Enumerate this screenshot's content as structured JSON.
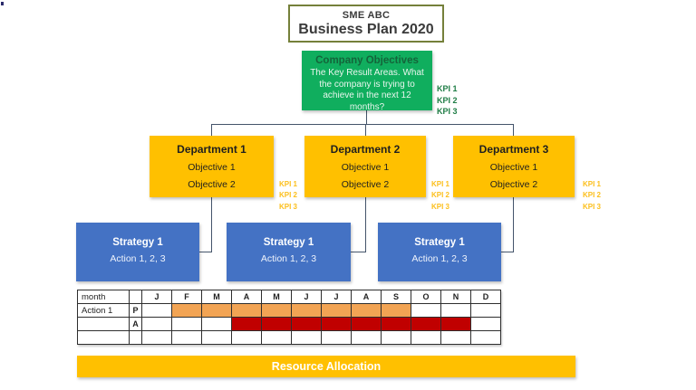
{
  "header": {
    "company": "SME ABC",
    "title": "Business Plan 2020"
  },
  "company_objectives": {
    "title": "Company Objectives",
    "description": "The Key Result Areas. What the company is trying to achieve in the next 12 months?",
    "kpis": [
      "KPI 1",
      "KPI 2",
      "KPI 3"
    ]
  },
  "departments": [
    {
      "title": "Department 1",
      "objectives": [
        "Objective 1",
        "Objective 2"
      ],
      "kpis": [
        "KPI 1",
        "KPI 2",
        "KPI 3"
      ]
    },
    {
      "title": "Department 2",
      "objectives": [
        "Objective 1",
        "Objective 2"
      ],
      "kpis": [
        "KPI 1",
        "KPI 2",
        "KPI 3"
      ]
    },
    {
      "title": "Department 3",
      "objectives": [
        "Objective 1",
        "Objective 2"
      ],
      "kpis": [
        "KPI 1",
        "KPI 2",
        "KPI 3"
      ]
    }
  ],
  "strategies": [
    {
      "title": "Strategy 1",
      "actions": "Action 1, 2, 3"
    },
    {
      "title": "Strategy 1",
      "actions": "Action 1, 2, 3"
    },
    {
      "title": "Strategy 1",
      "actions": "Action 1, 2, 3"
    }
  ],
  "gantt": {
    "corner_label": "month",
    "months": [
      "J",
      "F",
      "M",
      "A",
      "M",
      "J",
      "J",
      "A",
      "S",
      "O",
      "N",
      "D"
    ],
    "rows": [
      {
        "label": "Action 1",
        "tag": "P",
        "bar": {
          "start_index": 1,
          "end_index": 8,
          "color": "#F2A454"
        }
      },
      {
        "label": "",
        "tag": "A",
        "bar": {
          "start_index": 3,
          "end_index": 10,
          "color": "#C00000"
        }
      },
      {
        "label": "",
        "tag": "",
        "bar": null
      }
    ]
  },
  "footer": {
    "label": "Resource Allocation"
  },
  "colors": {
    "green_box": "#10AE5E",
    "yellow_box": "#FFC000",
    "blue_box": "#4472C4",
    "plan_bar": "#F2A454",
    "actual_bar": "#C00000",
    "connector": "#44546A",
    "title_border": "#75803A"
  }
}
